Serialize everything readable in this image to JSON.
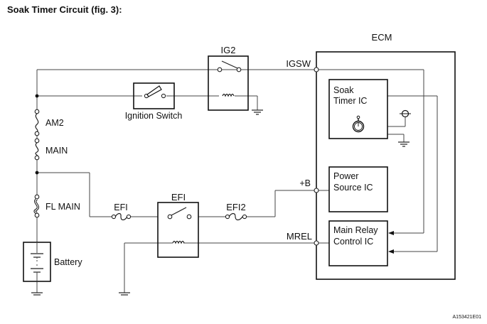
{
  "title": "Soak Timer Circuit (fig. 3):",
  "figure_code": "A153421E01",
  "components": {
    "ecm": {
      "label": "ECM"
    },
    "ig2_relay": {
      "label": "IG2"
    },
    "ignition_switch": {
      "label": "Ignition Switch"
    },
    "am2_fuse": {
      "label": "AM2"
    },
    "main_fuse": {
      "label": "MAIN"
    },
    "fl_main_fuse": {
      "label": "FL MAIN"
    },
    "battery": {
      "label": "Battery"
    },
    "efi_fuse": {
      "label": "EFI"
    },
    "efi_relay": {
      "label": "EFI"
    },
    "efi2_fuse": {
      "label": "EFI2"
    },
    "soak_timer_ic": {
      "label_line1": "Soak",
      "label_line2": "Timer IC"
    },
    "power_source_ic": {
      "label_line1": "Power",
      "label_line2": "Source IC"
    },
    "main_relay_control_ic": {
      "label_line1": "Main Relay",
      "label_line2": "Control IC"
    }
  },
  "terminals": {
    "igsw": "IGSW",
    "plus_b": "+B",
    "mrel": "MREL"
  }
}
